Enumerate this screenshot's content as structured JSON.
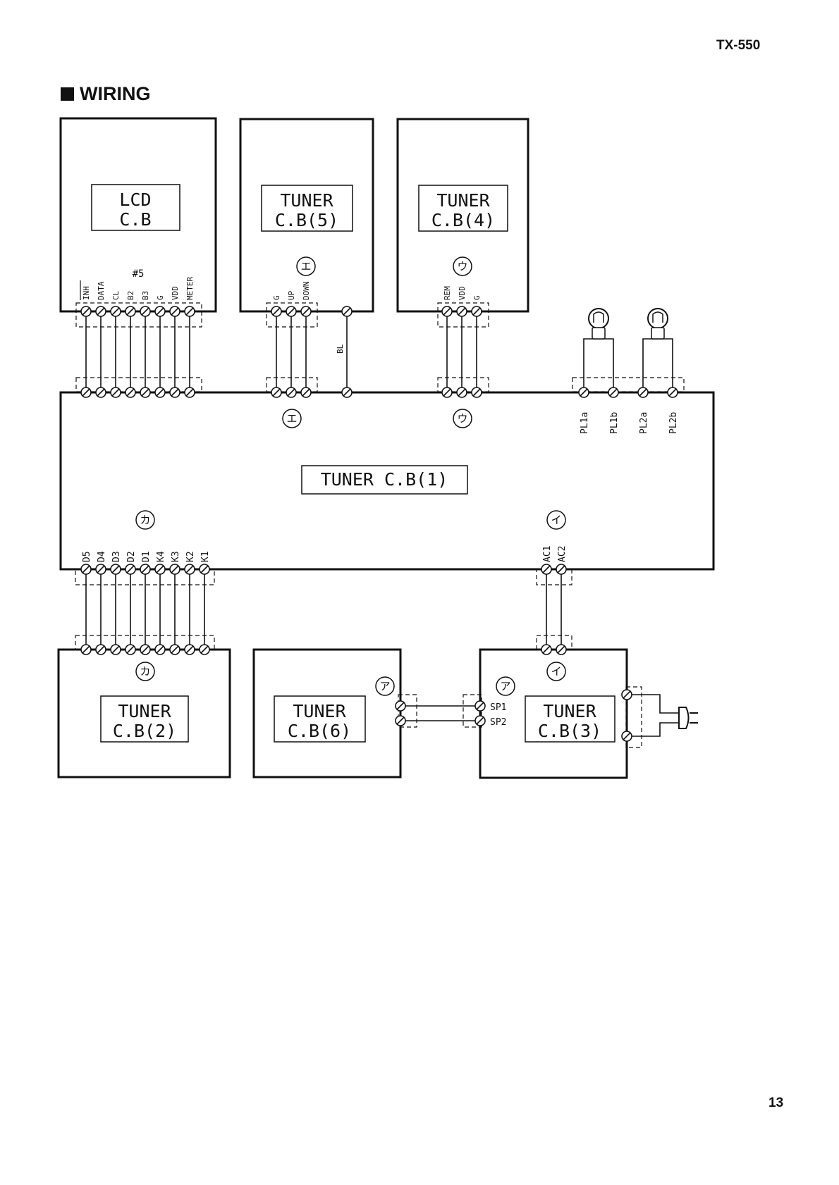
{
  "header": {
    "model": "TX-550",
    "section_title": "WIRING"
  },
  "footer": {
    "page_number": "13"
  },
  "boards": {
    "lcd": {
      "line1": "LCD",
      "line2": "C.B",
      "connector_tag": "#5"
    },
    "cb5": {
      "line1": "TUNER",
      "line2": "C.B(5)"
    },
    "cb4": {
      "line1": "TUNER",
      "line2": "C.B(4)"
    },
    "cb1": {
      "title": "TUNER C.B(1)"
    },
    "cb2": {
      "line1": "TUNER",
      "line2": "C.B(2)"
    },
    "cb6": {
      "line1": "TUNER",
      "line2": "C.B(6)"
    },
    "cb3": {
      "line1": "TUNER",
      "line2": "C.B(3)"
    }
  },
  "connectors": {
    "e": "エ",
    "u": "ウ",
    "ka": "カ",
    "i": "イ",
    "a": "ア"
  },
  "pins": {
    "lcd": [
      "INH",
      "DATA",
      "CL",
      "B2",
      "B3",
      "G",
      "VDD",
      "METER"
    ],
    "cb5": [
      "G",
      "UP",
      "DOWN"
    ],
    "bl": "BL",
    "cb4": [
      "REM",
      "VDD",
      "G"
    ],
    "pilot": [
      "PL1a",
      "PL1b",
      "PL2a",
      "PL2b"
    ],
    "ka": [
      "D5",
      "D4",
      "D3",
      "D2",
      "D1",
      "K4",
      "K3",
      "K2",
      "K1"
    ],
    "ac": [
      "AC1",
      "AC2"
    ],
    "sp": [
      "SP1",
      "SP2"
    ]
  }
}
